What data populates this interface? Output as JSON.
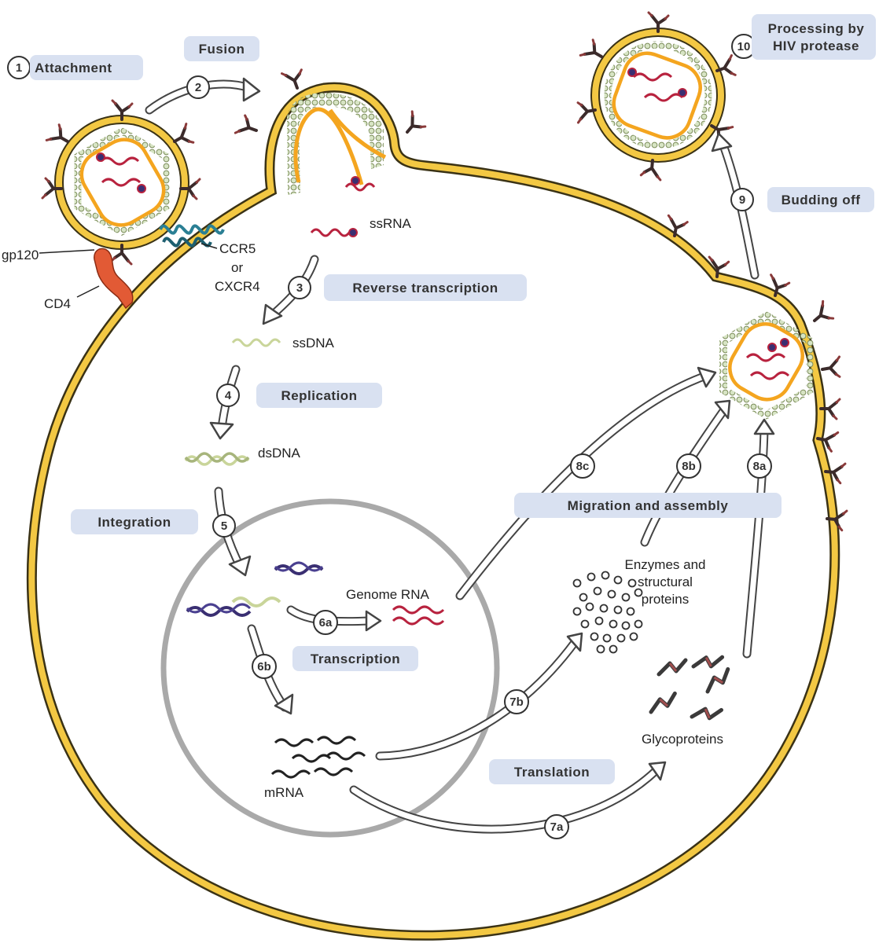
{
  "steps": {
    "s1": {
      "num": "1",
      "label": "Attachment"
    },
    "s2": {
      "num": "2",
      "label": "Fusion"
    },
    "s3": {
      "num": "3",
      "label": "Reverse transcription"
    },
    "s4": {
      "num": "4",
      "label": "Replication"
    },
    "s5": {
      "num": "5",
      "label": "Integration"
    },
    "s6a": {
      "num": "6a"
    },
    "s6b": {
      "num": "6b"
    },
    "s6": {
      "label": "Transcription"
    },
    "s7a": {
      "num": "7a"
    },
    "s7b": {
      "num": "7b"
    },
    "s7": {
      "label": "Translation"
    },
    "s8a": {
      "num": "8a"
    },
    "s8b": {
      "num": "8b"
    },
    "s8c": {
      "num": "8c"
    },
    "s8": {
      "label": "Migration and assembly"
    },
    "s9": {
      "num": "9",
      "label": "Budding off"
    },
    "s10": {
      "num": "10",
      "label_line1": "Processing by",
      "label_line2": "HIV protease"
    }
  },
  "molecules": {
    "gp120": "gp120",
    "cd4": "CD4",
    "ccr5_line1": "CCR5",
    "ccr5_line2": "or",
    "ccr5_line3": "CXCR4",
    "ssrna": "ssRNA",
    "ssdna": "ssDNA",
    "dsdna": "dsDNA",
    "genome_rna": "Genome RNA",
    "mrna": "mRNA",
    "enzymes_line1": "Enzymes and",
    "enzymes_line2": "structural",
    "enzymes_line3": "proteins",
    "glycoproteins": "Glycoproteins"
  },
  "colors": {
    "membrane": "#f3c843",
    "capsid": "#f4a51f",
    "rna": "#b8223e",
    "dna_light": "#c9d59a",
    "dna_dark": "#3a2f72",
    "cd4": "#e25a35",
    "coreceptor": "#2a7f94",
    "label_box": "#d9e1f1",
    "nucleus": "#a9a9a9"
  }
}
